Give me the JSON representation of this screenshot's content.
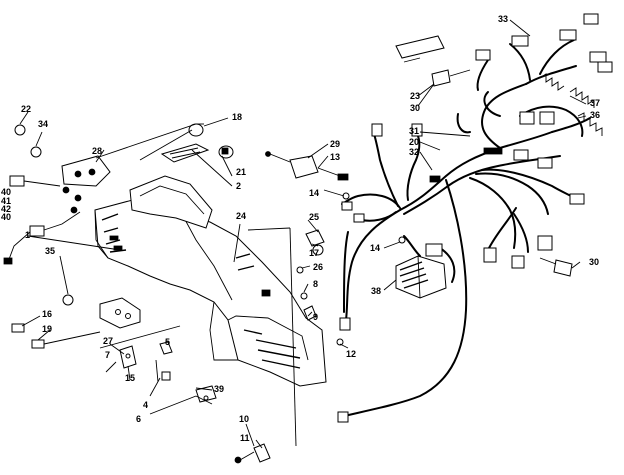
{
  "diagram": {
    "callouts": [
      {
        "id": "c1",
        "text": "1"
      },
      {
        "id": "c2",
        "text": "2"
      },
      {
        "id": "c4",
        "text": "4"
      },
      {
        "id": "c5",
        "text": "5"
      },
      {
        "id": "c6",
        "text": "6"
      },
      {
        "id": "c7",
        "text": "7"
      },
      {
        "id": "c8",
        "text": "8"
      },
      {
        "id": "c9",
        "text": "9"
      },
      {
        "id": "c10",
        "text": "10"
      },
      {
        "id": "c11",
        "text": "11"
      },
      {
        "id": "c12",
        "text": "12"
      },
      {
        "id": "c13",
        "text": "13"
      },
      {
        "id": "c14a",
        "text": "14"
      },
      {
        "id": "c14b",
        "text": "14"
      },
      {
        "id": "c15",
        "text": "15"
      },
      {
        "id": "c16",
        "text": "16"
      },
      {
        "id": "c17",
        "text": "17"
      },
      {
        "id": "c18",
        "text": "18"
      },
      {
        "id": "c19",
        "text": "19"
      },
      {
        "id": "c20",
        "text": "20"
      },
      {
        "id": "c21",
        "text": "21"
      },
      {
        "id": "c22",
        "text": "22"
      },
      {
        "id": "c23",
        "text": "23"
      },
      {
        "id": "c24",
        "text": "24"
      },
      {
        "id": "c25",
        "text": "25"
      },
      {
        "id": "c26",
        "text": "26"
      },
      {
        "id": "c27",
        "text": "27"
      },
      {
        "id": "c28",
        "text": "28"
      },
      {
        "id": "c29",
        "text": "29"
      },
      {
        "id": "c30a",
        "text": "30"
      },
      {
        "id": "c30b",
        "text": "30"
      },
      {
        "id": "c31",
        "text": "31"
      },
      {
        "id": "c32",
        "text": "32"
      },
      {
        "id": "c33",
        "text": "33"
      },
      {
        "id": "c34",
        "text": "34"
      },
      {
        "id": "c35",
        "text": "35"
      },
      {
        "id": "c36",
        "text": "36"
      },
      {
        "id": "c37",
        "text": "37"
      },
      {
        "id": "c38",
        "text": "38"
      },
      {
        "id": "c39",
        "text": "39"
      },
      {
        "id": "c40a",
        "text": "40"
      },
      {
        "id": "c40b",
        "text": "40"
      },
      {
        "id": "c41",
        "text": "41"
      },
      {
        "id": "c42",
        "text": "42"
      }
    ]
  }
}
